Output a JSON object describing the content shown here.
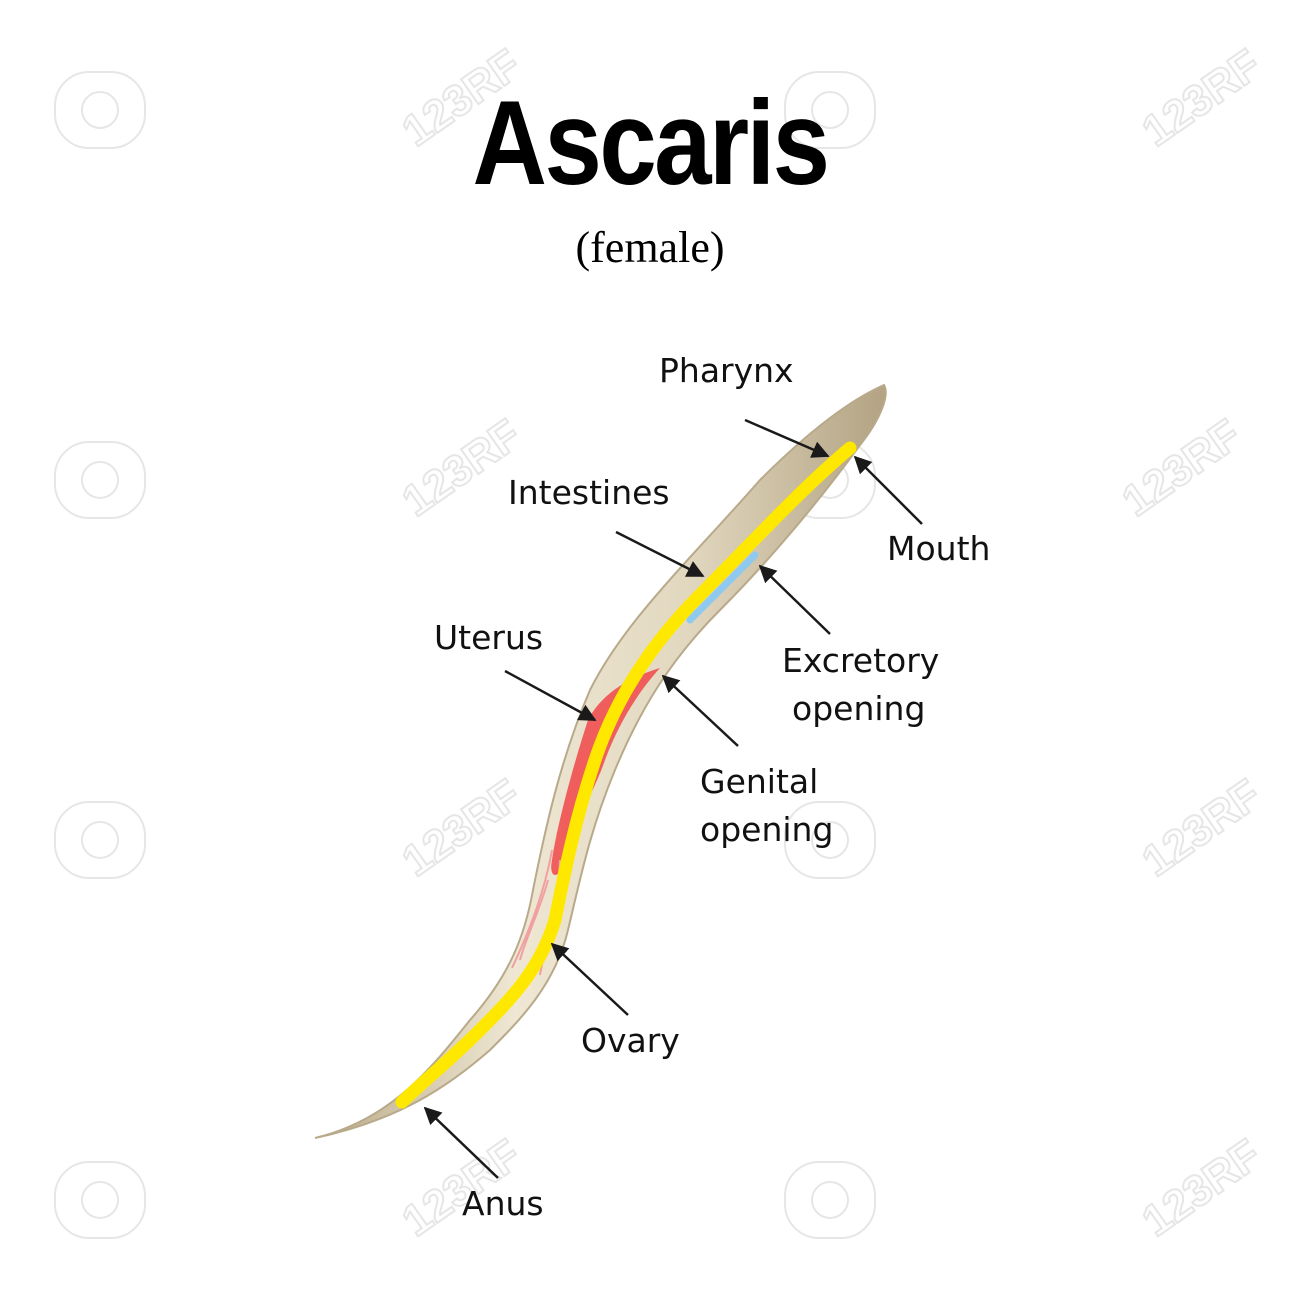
{
  "title": "Ascaris",
  "subtitle": "(female)",
  "labels": {
    "pharynx": "Pharynx",
    "mouth": "Mouth",
    "intestines": "Intestines",
    "excretory": [
      "Excretory",
      "opening"
    ],
    "uterus": "Uterus",
    "genital": [
      "Genital",
      "opening"
    ],
    "ovary": "Ovary",
    "anus": "Anus"
  },
  "watermark": "123RF",
  "colors": {
    "body": "#dcd1b8",
    "body_outline": "#b8a98a",
    "intestine": "#ffe800",
    "uterus": "#f05050",
    "excretory": "#8ecaf0",
    "arrow": "#1a1a1a"
  }
}
